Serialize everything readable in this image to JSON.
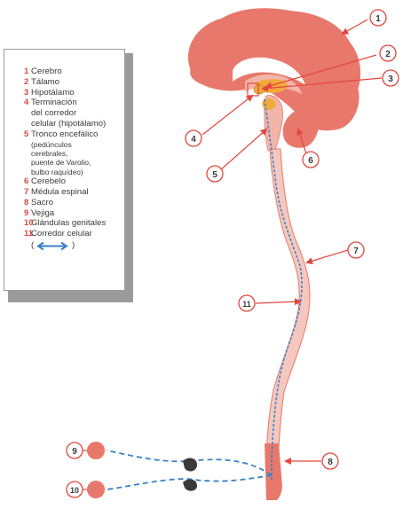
{
  "legend": {
    "items": [
      {
        "num": "1",
        "label": "Cerebro"
      },
      {
        "num": "2",
        "label": "Tálamo"
      },
      {
        "num": "3",
        "label": "Hipotálamo"
      },
      {
        "num": "4",
        "label": "Terminación",
        "lines": [
          "del corredor",
          "celular (hipotálamo)"
        ]
      },
      {
        "num": "5",
        "label": "Tronco encefálico",
        "sublines": [
          "(pedúnculos",
          "cerebrales,",
          "puente de Varolio,",
          "bulbo raquídeo)"
        ]
      },
      {
        "num": "6",
        "label": "Cerebelo"
      },
      {
        "num": "7",
        "label": "Médula espinal"
      },
      {
        "num": "8",
        "label": "Sacro"
      },
      {
        "num": "9",
        "label": "Vejiga"
      },
      {
        "num": "10",
        "label": "Glándulas genitales"
      },
      {
        "num": "11",
        "label": "Corredor celular"
      }
    ],
    "corridor_glyph": {
      "open": "(",
      "close": ")",
      "icon": "double-arrow-icon"
    }
  },
  "callouts": [
    "1",
    "2",
    "3",
    "4",
    "5",
    "6",
    "7",
    "8",
    "9",
    "10",
    "11"
  ],
  "colors": {
    "salmon": "#e8786b",
    "salmon_light": "#f2b5aa",
    "cord": "#f4c8bf",
    "orange": "#f2a93b",
    "blue": "#3b82c4",
    "red": "#e2473f",
    "dark": "#3a3a3a"
  }
}
